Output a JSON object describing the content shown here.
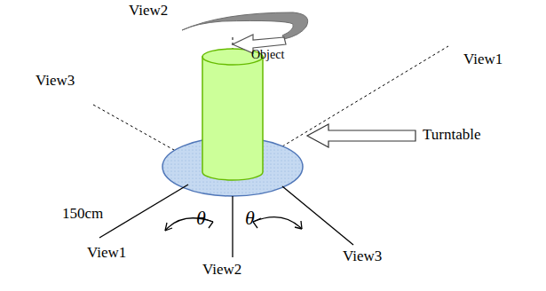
{
  "diagram": {
    "labels": [
      "View2",
      "View1",
      "View3",
      "Object",
      "Turntable",
      "150cm",
      "θ",
      "θ",
      "View1",
      "View2",
      "View3"
    ]
  }
}
